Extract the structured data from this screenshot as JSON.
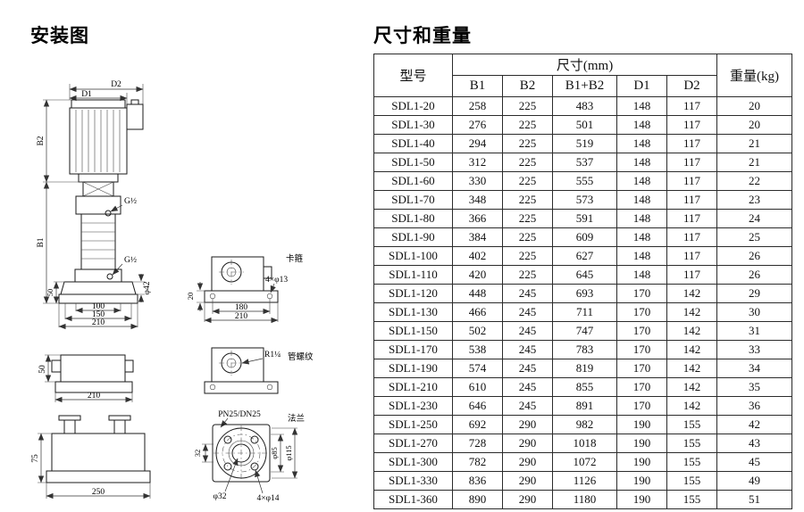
{
  "titles": {
    "left": "安装图",
    "right": "尺寸和重量"
  },
  "diagram": {
    "pump": {
      "d1": "D1",
      "d2": "D2",
      "b1": "B1",
      "b2": "B2",
      "g_top": "G½",
      "g_bottom": "G½",
      "dim_50": "50",
      "dim_100": "100",
      "dim_150": "150",
      "dim_210": "210",
      "phi_42": "φ42"
    },
    "clamp_view": {
      "bolt_note": "4×φ13",
      "label": "卡箍",
      "dim_20": "20",
      "dim_180": "180",
      "dim_210": "210"
    },
    "thread_side_view": {
      "dim_50": "50",
      "dim_210": "210"
    },
    "thread_view": {
      "thread_note": "R1¼",
      "label": "管螺纹"
    },
    "flange_side_view": {
      "dim_75": "75",
      "dim_250": "250"
    },
    "flange_view": {
      "spec": "PN25/DN25",
      "label": "法兰",
      "phi_32": "φ32",
      "bolt_note": "4×φ14",
      "dim_32": "32",
      "phi_85": "φ85",
      "phi_115": "φ115"
    }
  },
  "table": {
    "header": {
      "model": "型号",
      "size_group": "尺寸(mm)",
      "size_cols": [
        "B1",
        "B2",
        "B1+B2",
        "D1",
        "D2"
      ],
      "weight": "重量(kg)"
    },
    "rows": [
      [
        "SDL1-20",
        "258",
        "225",
        "483",
        "148",
        "117",
        "20"
      ],
      [
        "SDL1-30",
        "276",
        "225",
        "501",
        "148",
        "117",
        "20"
      ],
      [
        "SDL1-40",
        "294",
        "225",
        "519",
        "148",
        "117",
        "21"
      ],
      [
        "SDL1-50",
        "312",
        "225",
        "537",
        "148",
        "117",
        "21"
      ],
      [
        "SDL1-60",
        "330",
        "225",
        "555",
        "148",
        "117",
        "22"
      ],
      [
        "SDL1-70",
        "348",
        "225",
        "573",
        "148",
        "117",
        "23"
      ],
      [
        "SDL1-80",
        "366",
        "225",
        "591",
        "148",
        "117",
        "24"
      ],
      [
        "SDL1-90",
        "384",
        "225",
        "609",
        "148",
        "117",
        "25"
      ],
      [
        "SDL1-100",
        "402",
        "225",
        "627",
        "148",
        "117",
        "26"
      ],
      [
        "SDL1-110",
        "420",
        "225",
        "645",
        "148",
        "117",
        "26"
      ],
      [
        "SDL1-120",
        "448",
        "245",
        "693",
        "170",
        "142",
        "29"
      ],
      [
        "SDL1-130",
        "466",
        "245",
        "711",
        "170",
        "142",
        "30"
      ],
      [
        "SDL1-150",
        "502",
        "245",
        "747",
        "170",
        "142",
        "31"
      ],
      [
        "SDL1-170",
        "538",
        "245",
        "783",
        "170",
        "142",
        "33"
      ],
      [
        "SDL1-190",
        "574",
        "245",
        "819",
        "170",
        "142",
        "34"
      ],
      [
        "SDL1-210",
        "610",
        "245",
        "855",
        "170",
        "142",
        "35"
      ],
      [
        "SDL1-230",
        "646",
        "245",
        "891",
        "170",
        "142",
        "36"
      ],
      [
        "SDL1-250",
        "692",
        "290",
        "982",
        "190",
        "155",
        "42"
      ],
      [
        "SDL1-270",
        "728",
        "290",
        "1018",
        "190",
        "155",
        "43"
      ],
      [
        "SDL1-300",
        "782",
        "290",
        "1072",
        "190",
        "155",
        "45"
      ],
      [
        "SDL1-330",
        "836",
        "290",
        "1126",
        "190",
        "155",
        "49"
      ],
      [
        "SDL1-360",
        "890",
        "290",
        "1180",
        "190",
        "155",
        "51"
      ]
    ]
  }
}
